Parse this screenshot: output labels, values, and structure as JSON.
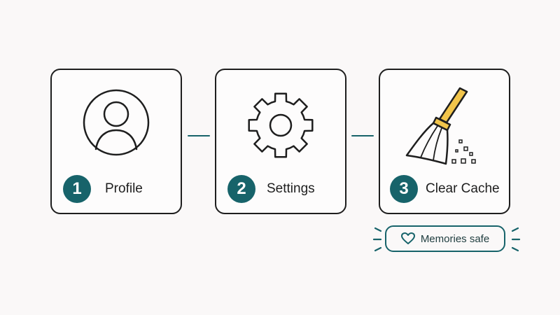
{
  "steps": [
    {
      "number": "1",
      "label": "Profile",
      "icon": "user-icon"
    },
    {
      "number": "2",
      "label": "Settings",
      "icon": "gear-icon"
    },
    {
      "number": "3",
      "label": "Clear Cache",
      "icon": "broom-icon"
    }
  ],
  "callout": {
    "label": "Memories safe",
    "icon": "heart-icon"
  },
  "colors": {
    "accent": "#17636a",
    "outline": "#1e1e1e",
    "broom_handle": "#f2c54b",
    "background": "#faf8f8"
  }
}
